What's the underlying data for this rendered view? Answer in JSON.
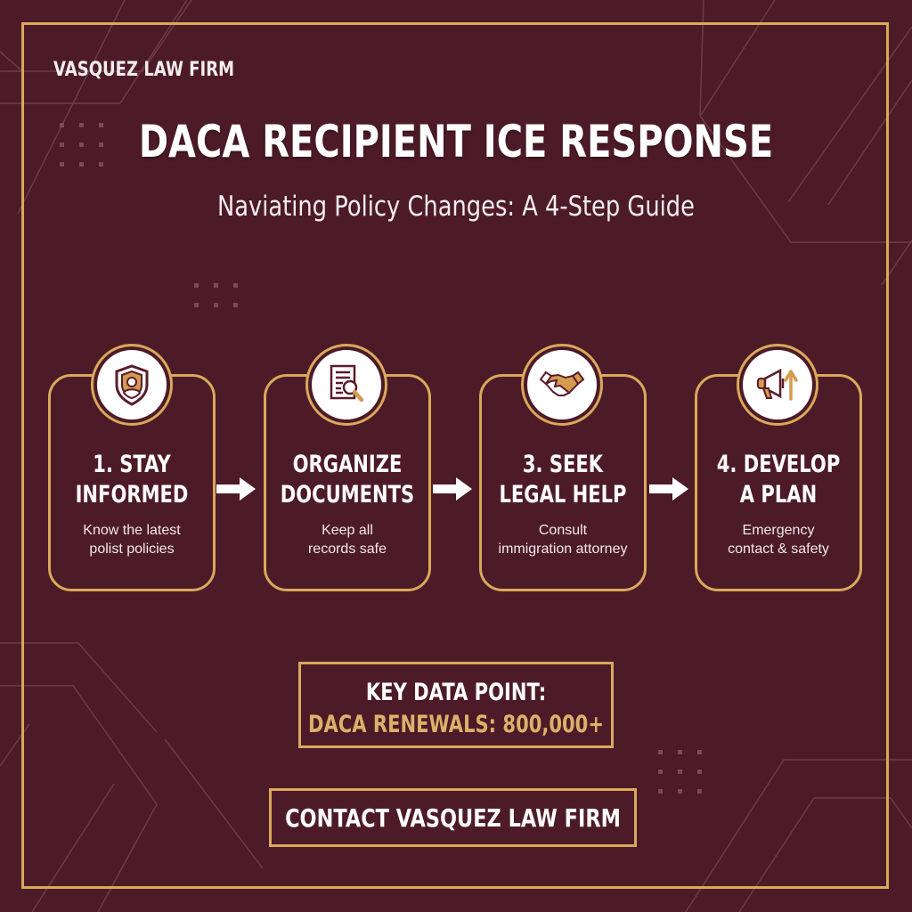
{
  "brand": "VASQUEZ LAW FIRM",
  "header": {
    "title": "DACA RECIPIENT ICE RESPONSE",
    "subtitle": "Naviating Policy Changes: A 4-Step Guide"
  },
  "steps": [
    {
      "title": "1. STAY\nINFORMED",
      "description": "Know the latest\npolist policies",
      "icon": "shield-person-icon"
    },
    {
      "title": "ORGANIZE\nDOCUMENTS",
      "description": "Keep all\nrecords safe",
      "icon": "document-search-icon"
    },
    {
      "title": "3. SEEK\nLEGAL HELP",
      "description": "Consult\nimmigration attorney",
      "icon": "handshake-icon"
    },
    {
      "title": "4. DEVELOP\nA PLAN",
      "description": "Emergency\ncontact & safety",
      "icon": "megaphone-arrow-icon"
    }
  ],
  "key_data": {
    "label": "KEY DATA POINT:",
    "value": "DACA RENEWALS: 800,000+"
  },
  "cta": {
    "label": "CONTACT VASQUEZ LAW FIRM"
  },
  "colors": {
    "background": "#4d1b27",
    "gold": "#d9a95c",
    "gold_text": "#ddb06a",
    "text": "#ffffff"
  }
}
